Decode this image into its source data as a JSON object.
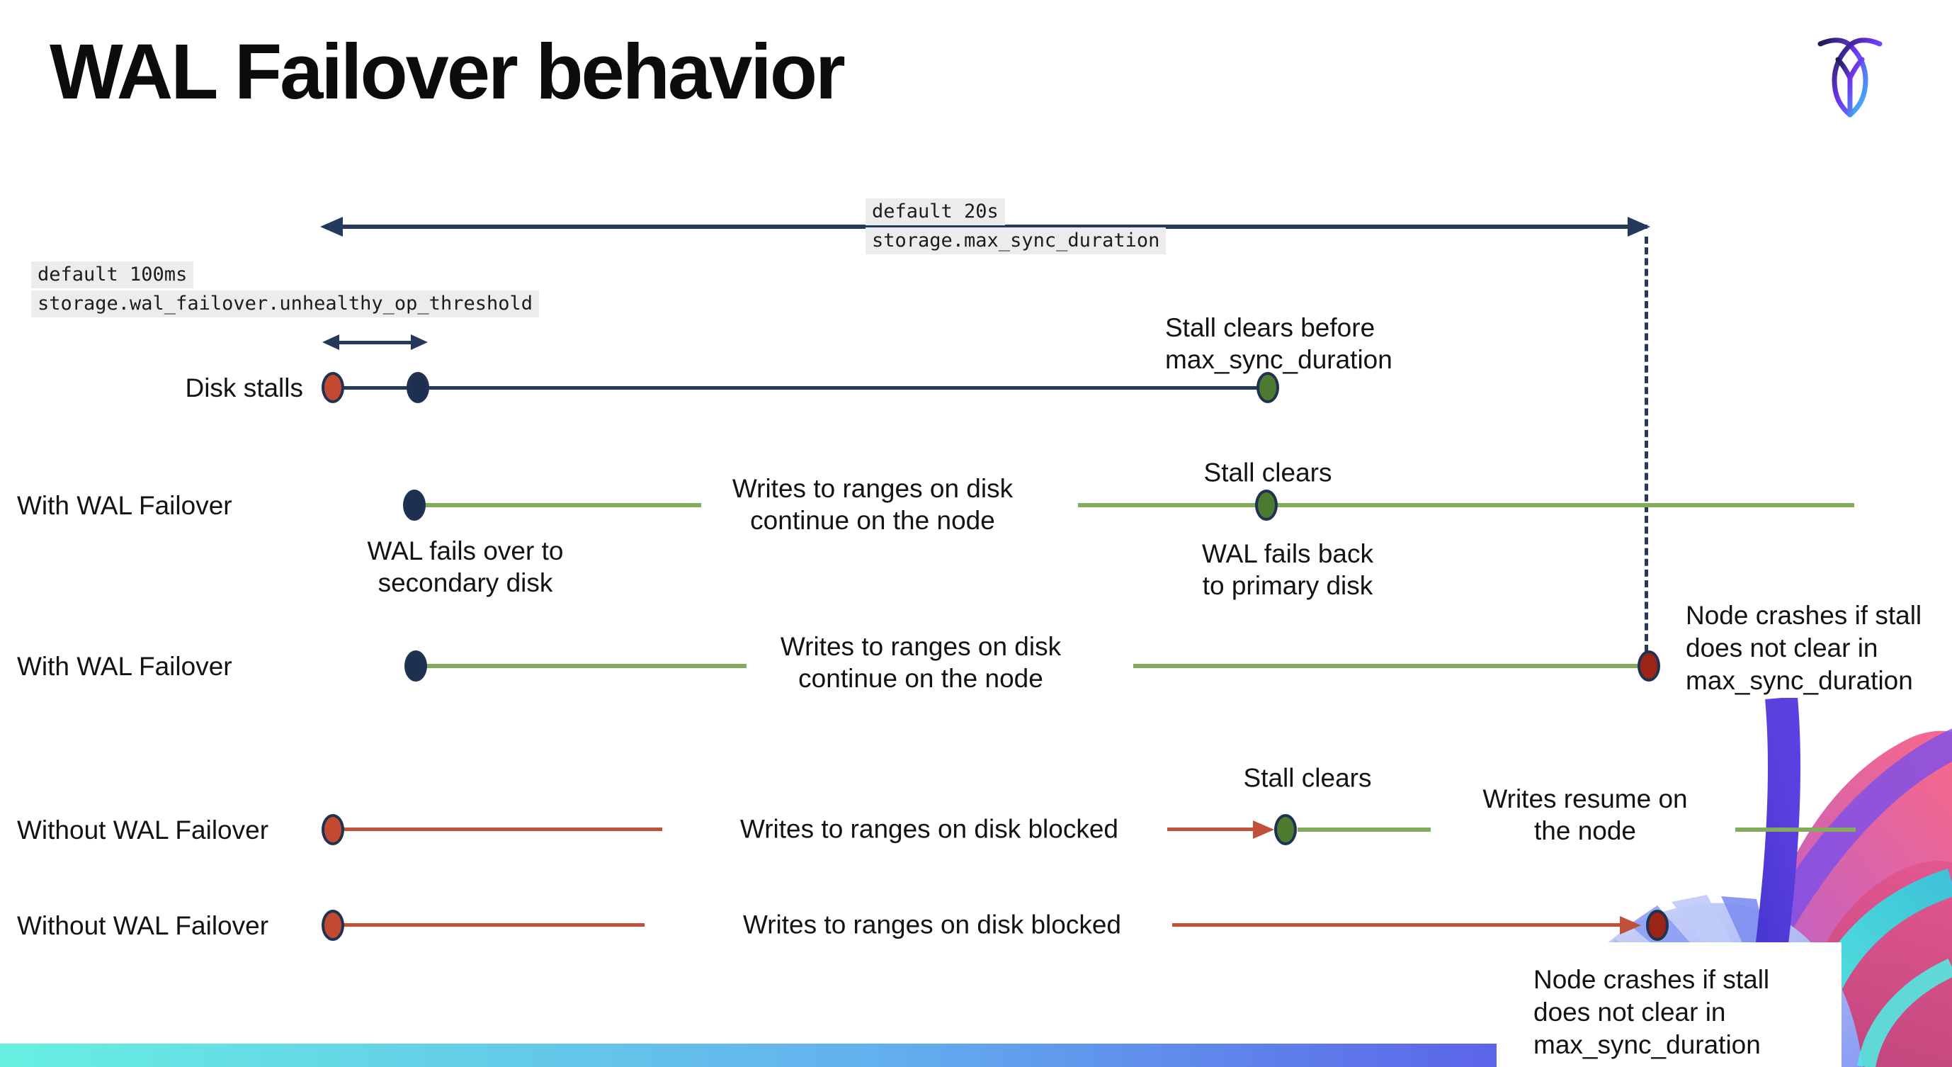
{
  "title": "WAL Failover behavior",
  "brand": {
    "logo_name": "cockroachdb-logo"
  },
  "settings_annotations": {
    "max_sync_duration": {
      "default_label": "default 20s",
      "setting_name": "storage.max_sync_duration"
    },
    "unhealthy_op_threshold": {
      "default_label": "default 100ms",
      "setting_name": "storage.wal_failover.unhealthy_op_threshold"
    }
  },
  "rows": [
    {
      "label": "Disk stalls",
      "note_stall_clears": "Stall clears before\nmax_sync_duration"
    },
    {
      "label": "With WAL Failover",
      "note_failover": "WAL fails over to\nsecondary disk",
      "note_writes": "Writes to ranges on disk\ncontinue on the node",
      "note_stall_clears": "Stall clears",
      "note_failback": "WAL fails  back\nto primary disk"
    },
    {
      "label": "With WAL Failover",
      "note_writes": "Writes to ranges on disk\ncontinue on the node",
      "note_crash": "Node crashes if stall\ndoes not clear in\nmax_sync_duration"
    },
    {
      "label": "Without WAL Failover",
      "note_blocked": "Writes to ranges on disk  blocked",
      "note_stall_clears": "Stall clears",
      "note_resume": "Writes resume on\nthe node"
    },
    {
      "label": "Without WAL Failover",
      "note_blocked": "Writes to ranges on disk  blocked",
      "note_crash": "Node crashes if stall\ndoes not clear in\nmax_sync_duration"
    }
  ],
  "colors": {
    "navy": "#24395B",
    "green_line": "#82AB5C",
    "green_dot": "#4C7B2F",
    "red_line": "#C05038",
    "red_dot": "#C14A30",
    "dark_red_dot": "#9B2417",
    "navy_dot": "#1E3050",
    "code_chip_bg": "#ECECEC",
    "bar_gradient": [
      "#66F0E1",
      "#63B0EE",
      "#5B5CE8"
    ]
  }
}
